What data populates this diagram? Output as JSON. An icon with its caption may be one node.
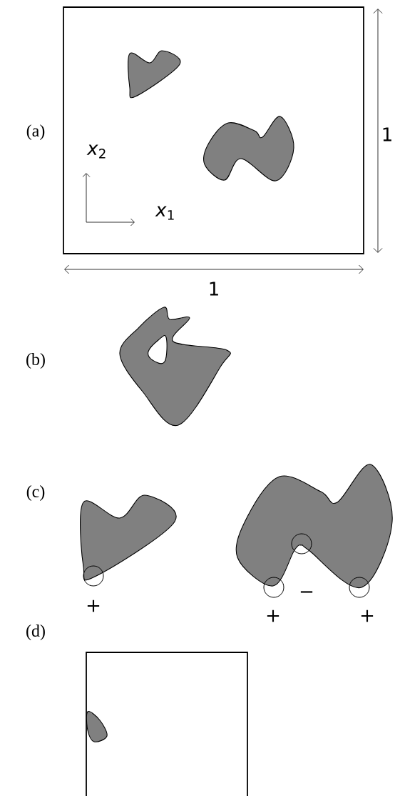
{
  "diagram": {
    "labels": [
      "(a)",
      "1",
      "*x*$_{2}$",
      "*x*$_{1}$",
      "1",
      "(b)",
      "(c)",
      "+",
      "−",
      "+",
      "+",
      "(d)"
    ]
  }
}
